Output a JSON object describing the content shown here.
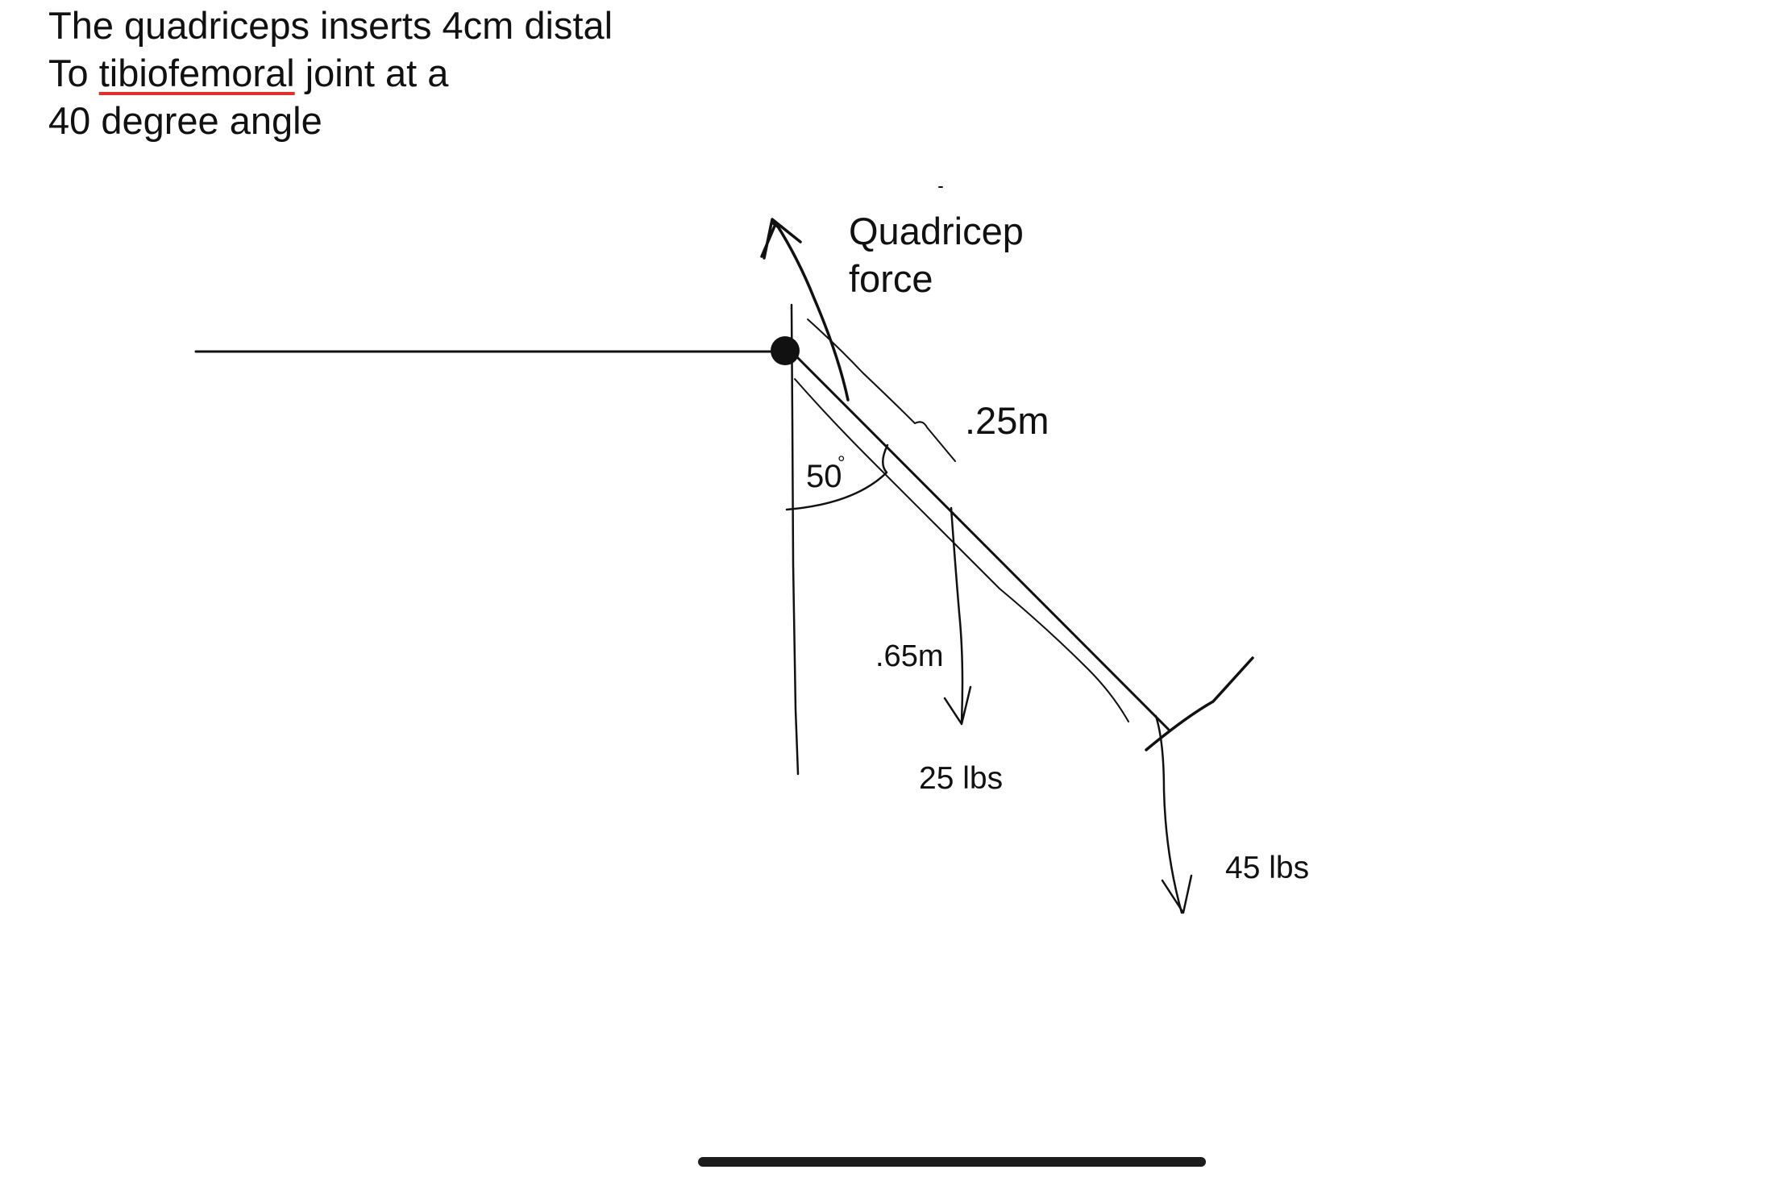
{
  "note": {
    "line1": "The quadriceps inserts 4cm distal",
    "line2_prefix": "To ",
    "line2_misspelled": "tibiofemoral",
    "line2_suffix": " joint at a",
    "line3": "40 degree angle"
  },
  "labels": {
    "quadricep_line1": "Quadricep",
    "quadricep_line2": "force",
    "distance_short": ".25m",
    "distance_long": ".65m",
    "angle_value": "50",
    "angle_unit": "°",
    "weight_mid": "25 lbs",
    "weight_end": "45 lbs"
  },
  "colors": {
    "ink": "#111111",
    "spellcheck_underline": "#e0312b"
  }
}
